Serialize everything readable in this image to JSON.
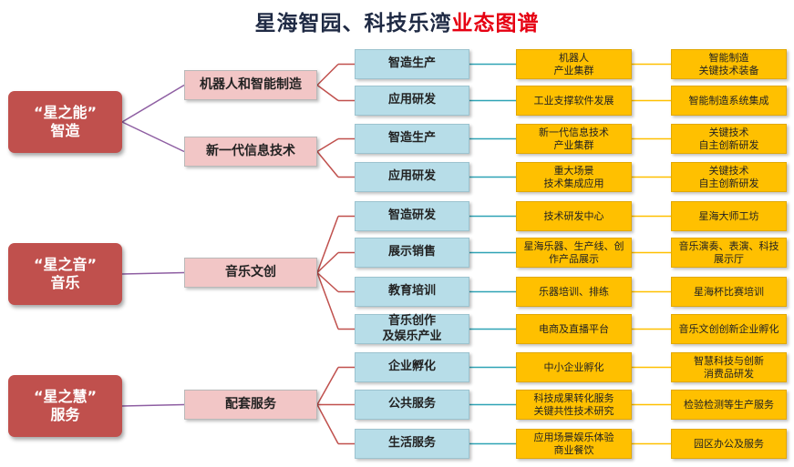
{
  "title": {
    "main": "星海智园、科技乐湾",
    "highlight": "业态图谱"
  },
  "colors": {
    "root": "#c0504d",
    "level2": "#f2c6c6",
    "level3": "#b7dde8",
    "level4": "#ffc000",
    "connector_root": "#8e5ea2",
    "connector_level2": "#c0504d",
    "connector_level3": "#2ea3b5",
    "connector_level4": "#ffc000"
  },
  "roots": [
    {
      "label": "“星之能”\n智造"
    },
    {
      "label": "“星之音”\n音乐"
    },
    {
      "label": "“星之慧”\n服务"
    }
  ],
  "level2": [
    {
      "label": "机器人和智能制造"
    },
    {
      "label": "新一代信息技术"
    },
    {
      "label": "音乐文创"
    },
    {
      "label": "配套服务"
    }
  ],
  "rows": [
    {
      "category": "智造生产",
      "item1": "机器人\n产业集群",
      "item2": "智能制造\n关键技术装备"
    },
    {
      "category": "应用研发",
      "item1": "工业支撑软件发展",
      "item2": "智能制造系统集成"
    },
    {
      "category": "智造生产",
      "item1": "新一代信息技术\n产业集群",
      "item2": "关键技术\n自主创新研发"
    },
    {
      "category": "应用研发",
      "item1": "重大场景\n技术集成应用",
      "item2": "关键技术\n自主创新研发"
    },
    {
      "category": "智造研发",
      "item1": "技术研发中心",
      "item2": "星海大师工坊"
    },
    {
      "category": "展示销售",
      "item1": "星海乐器、生产线、创\n作产品展示",
      "item2": "音乐演奏、表演、科技\n展示厅"
    },
    {
      "category": "教育培训",
      "item1": "乐器培训、排练",
      "item2": "星海杯比赛培训"
    },
    {
      "category": "音乐创作\n及娱乐产业",
      "item1": "电商及直播平台",
      "item2": "音乐文创创新企业孵化"
    },
    {
      "category": "企业孵化",
      "item1": "中小企业孵化",
      "item2": "智慧科技与创新\n消费品研发"
    },
    {
      "category": "公共服务",
      "item1": "科技成果转化服务\n关键共性技术研究",
      "item2": "检验检测等生产服务"
    },
    {
      "category": "生活服务",
      "item1": "应用场景娱乐体验\n商业餐饮",
      "item2": "园区办公及服务"
    }
  ]
}
